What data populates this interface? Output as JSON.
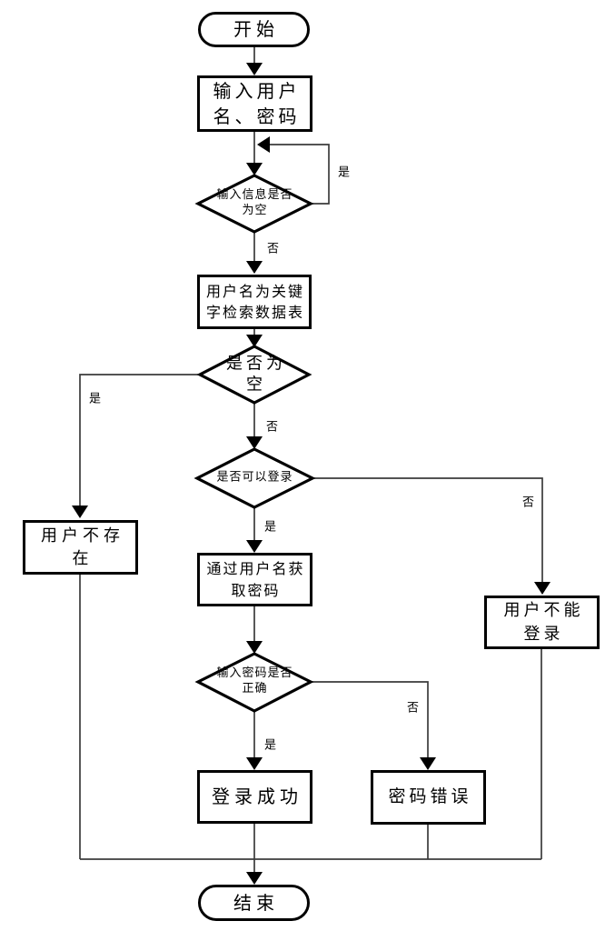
{
  "diagram": {
    "nodes": {
      "start": {
        "label": "开始"
      },
      "input_credentials": {
        "lines": [
          "输入用户",
          "名、密码"
        ]
      },
      "check_input_empty": {
        "lines": [
          "输入信息是否",
          "为空"
        ]
      },
      "search_table": {
        "lines": [
          "用户名为关键",
          "字检索数据表"
        ]
      },
      "check_result_empty": {
        "lines": [
          "是否为",
          "空"
        ]
      },
      "user_not_exist": {
        "lines": [
          "用户不存",
          "在"
        ]
      },
      "check_can_login": {
        "label": "是否可以登录"
      },
      "user_cannot_login": {
        "lines": [
          "用户不能",
          "登录"
        ]
      },
      "get_password": {
        "lines": [
          "通过用户名获",
          "取密码"
        ]
      },
      "check_password": {
        "lines": [
          "输入密码是否",
          "正确"
        ]
      },
      "login_success": {
        "label": "登录成功"
      },
      "password_error": {
        "label": "密码错误"
      },
      "end": {
        "label": "结束"
      }
    },
    "edge_labels": {
      "input_empty_yes": "是",
      "input_empty_no": "否",
      "result_empty_yes": "是",
      "result_empty_no": "否",
      "can_login_no": "否",
      "can_login_yes": "是",
      "password_no": "否",
      "password_yes": "是"
    },
    "colors": {
      "shape_border": "#000000",
      "connector": "#3b3b3b",
      "arrowhead": "#000000",
      "shape_fill": "#ffffff",
      "text": "#000000",
      "background": "#ffffff"
    }
  }
}
